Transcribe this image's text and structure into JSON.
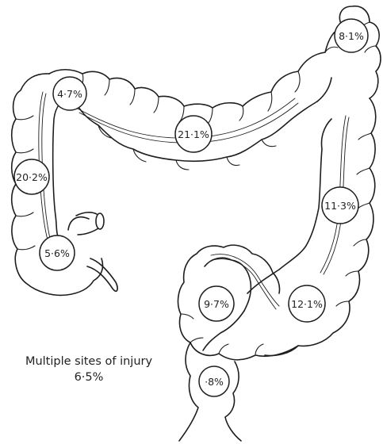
{
  "labels": {
    "hepatic_flexure": "4·7%",
    "ascending_colon": "20·2%",
    "caecum": "5·6%",
    "transverse_colon": "21·1%",
    "splenic_flexure": "8·1%",
    "descending_colon": "11·3%",
    "sigmoid_descending_junction": "12·1%",
    "sigmoid_colon": "9·7%",
    "rectum": "·8%"
  },
  "caption": {
    "line1": "Multiple sites of injury",
    "line2": "6·5%"
  }
}
